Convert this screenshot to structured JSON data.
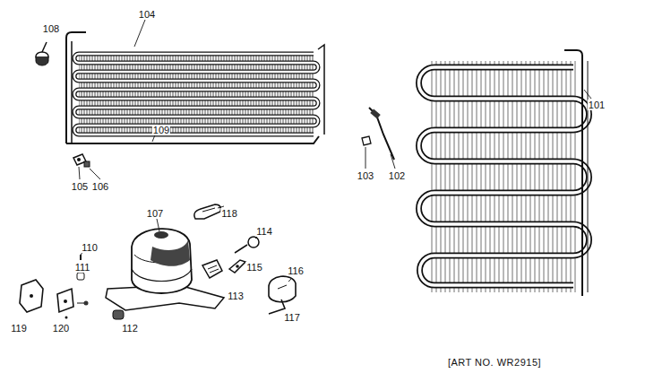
{
  "diagram": {
    "labels": [
      "108",
      "104",
      "109",
      "105",
      "106",
      "107",
      "118",
      "110",
      "111",
      "114",
      "115",
      "113",
      "116",
      "117",
      "119",
      "120",
      "112",
      "101",
      "103",
      "102",
      "[ART NO. WR2915]"
    ]
  }
}
